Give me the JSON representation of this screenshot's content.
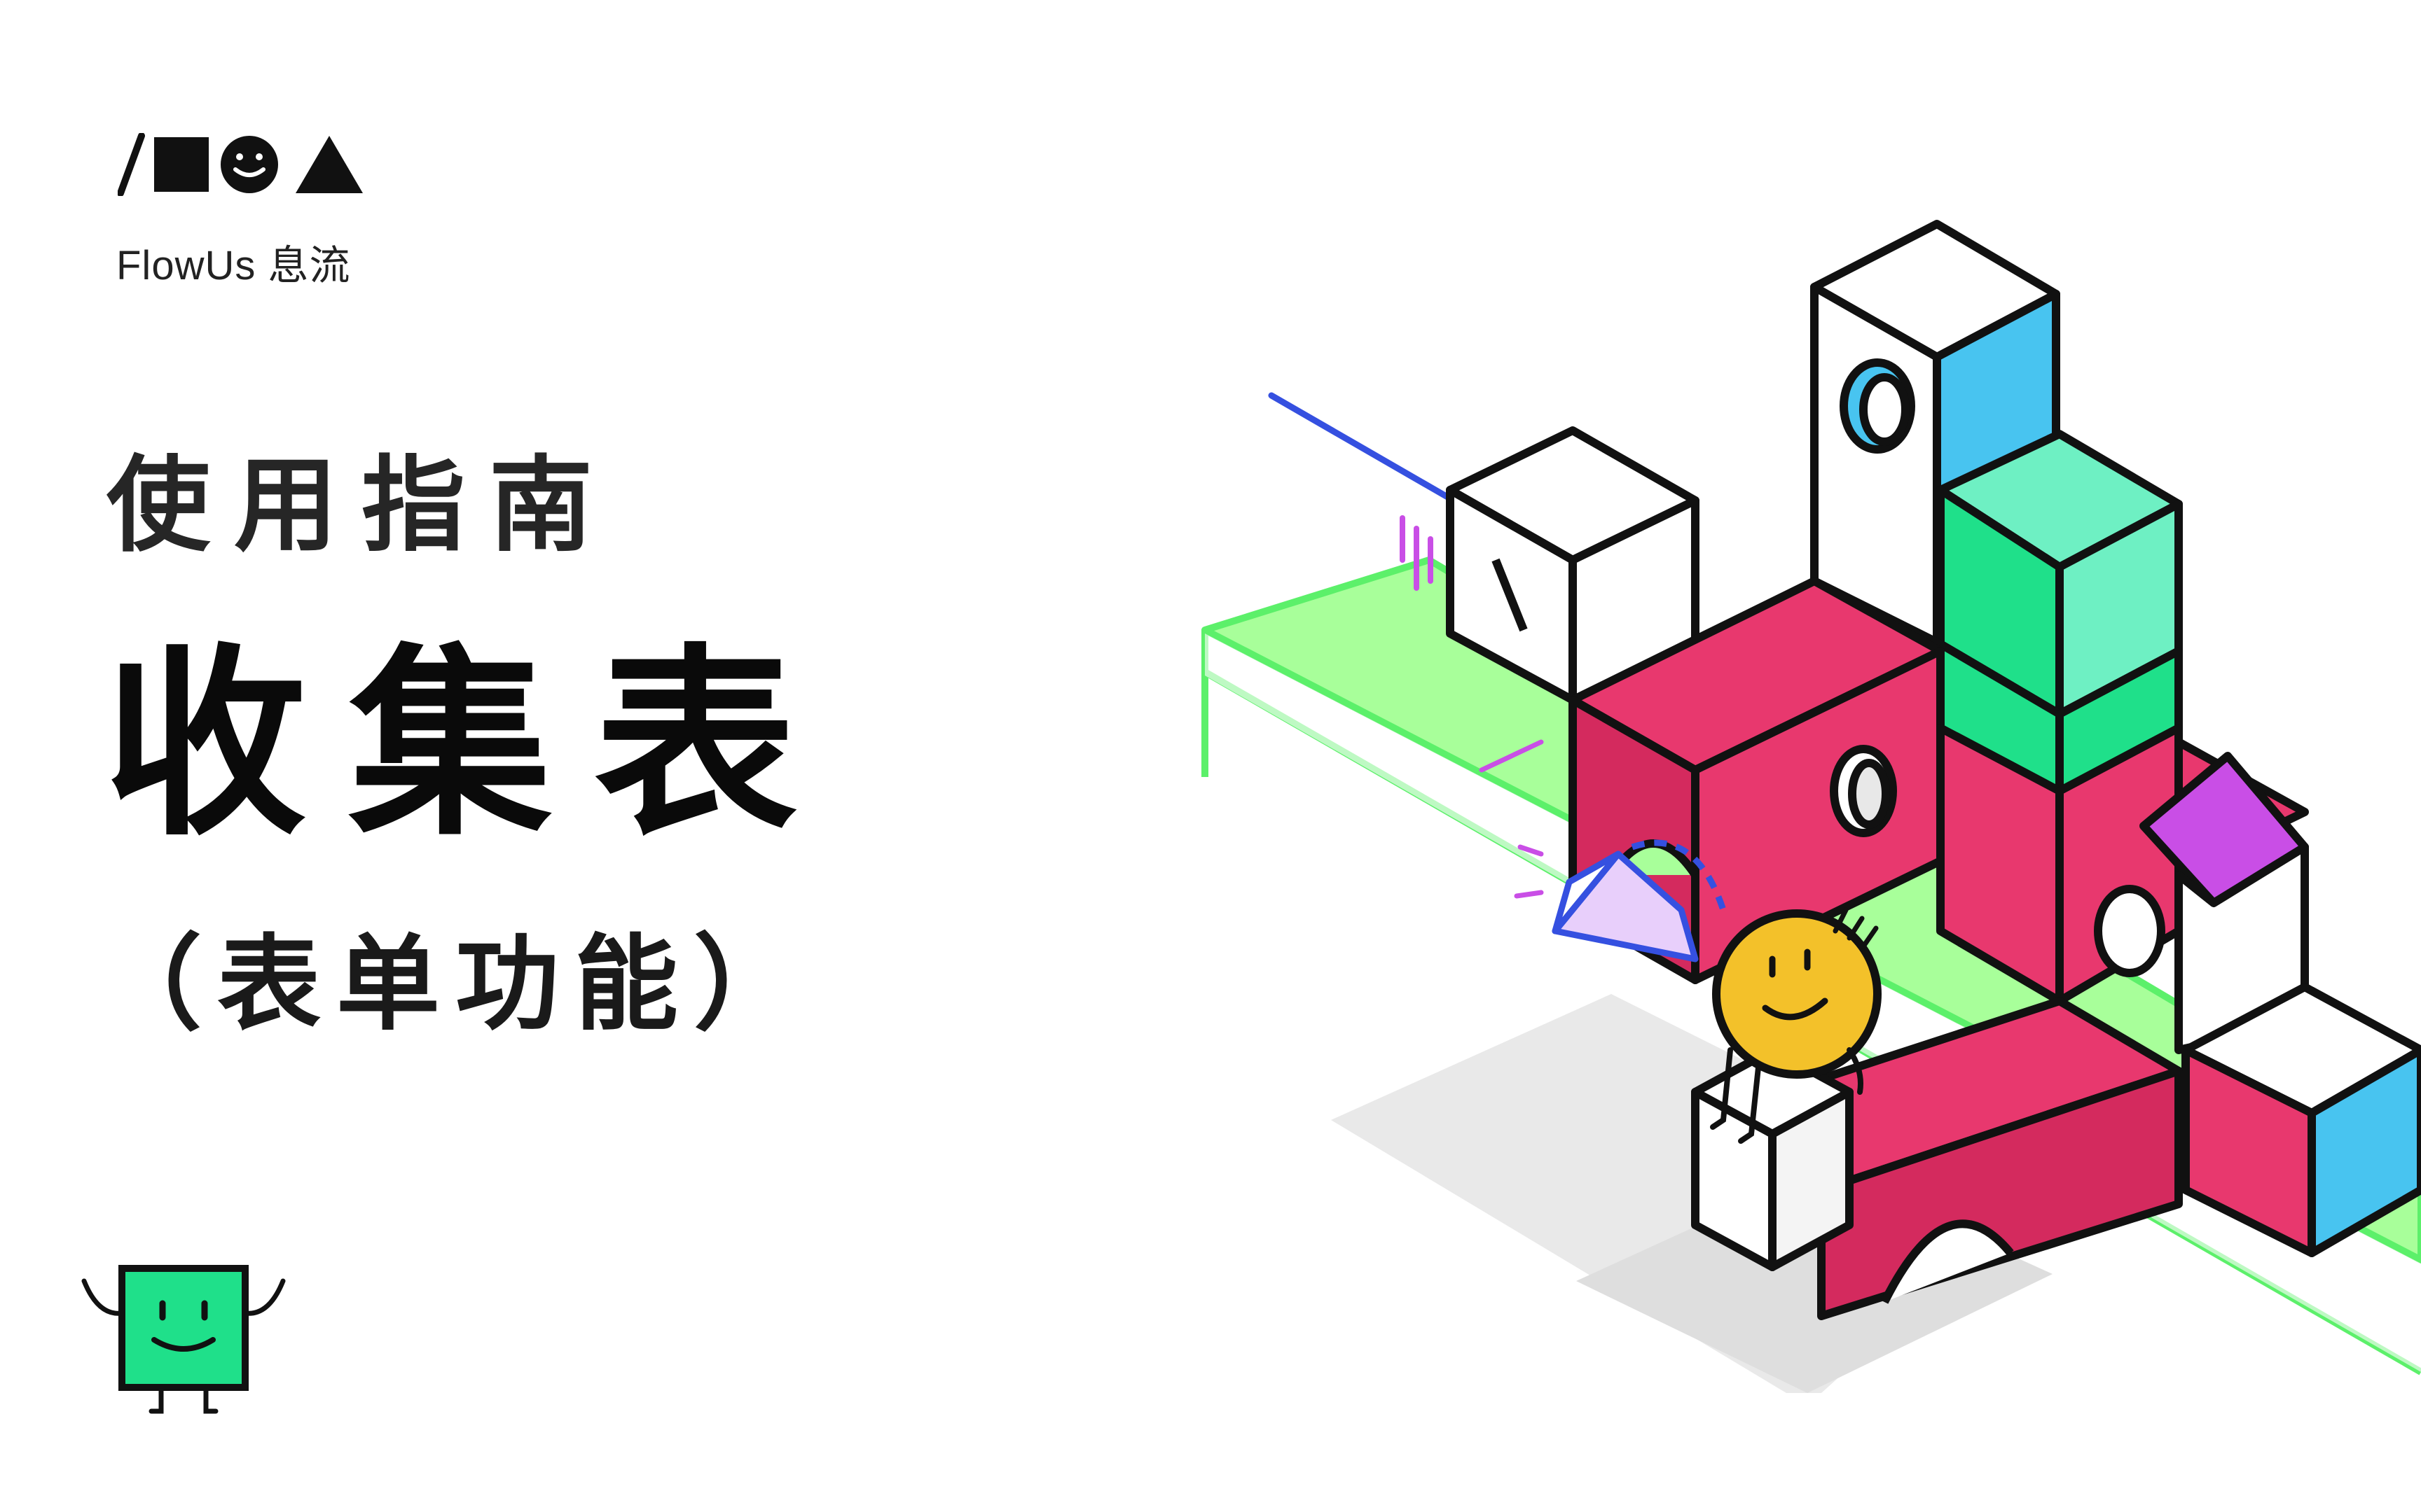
{
  "brand": {
    "name": "FlowUs 息流",
    "logo_icons": [
      "slash-icon",
      "square-icon",
      "smiley-circle-icon",
      "triangle-icon"
    ]
  },
  "cover": {
    "guide_label": "使用指南",
    "title": "收集表",
    "subtitle": "（表单功能）"
  },
  "colors": {
    "pink": "#e8386e",
    "green": "#1fe08a",
    "mint": "#6ef0c3",
    "blue": "#48c4f0",
    "lime": "#7cf47a",
    "yellow": "#f3c12a",
    "purple": "#c94ee6",
    "track": "#a8ff9a",
    "line": "#111111"
  },
  "illustration": {
    "description_icons": [
      "building-blocks-illustration",
      "smiley-ball-character",
      "megaphone-icon"
    ]
  },
  "mascot": {
    "icon": "green-square-mascot-icon"
  }
}
